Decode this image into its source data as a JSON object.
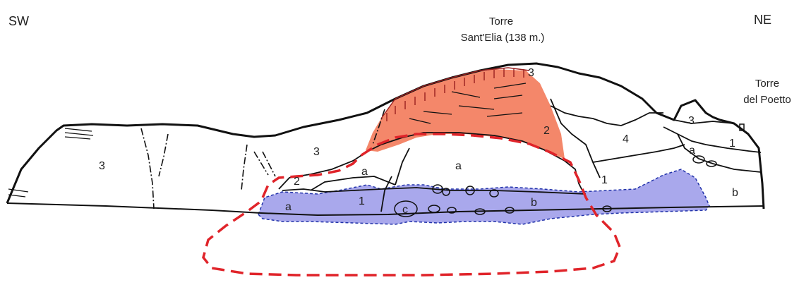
{
  "labels": {
    "sw": "SW",
    "ne": "NE",
    "torre_elia_1": "Torre",
    "torre_elia_2": "Sant'Elia (138 m.)",
    "torre_poetto_1": "Torre",
    "torre_poetto_2": "del Poetto"
  },
  "units": [
    "3",
    "3",
    "3",
    "3",
    "4",
    "2",
    "2",
    "1",
    "1",
    "1",
    "a",
    "a",
    "a",
    "a",
    "b",
    "b",
    "c"
  ],
  "colors": {
    "orange_fill": "#f4876a",
    "blue_fill": "#a9a8ec",
    "red_dash": "#e0242a",
    "blue_dash": "#2233aa",
    "outline": "#111111"
  }
}
